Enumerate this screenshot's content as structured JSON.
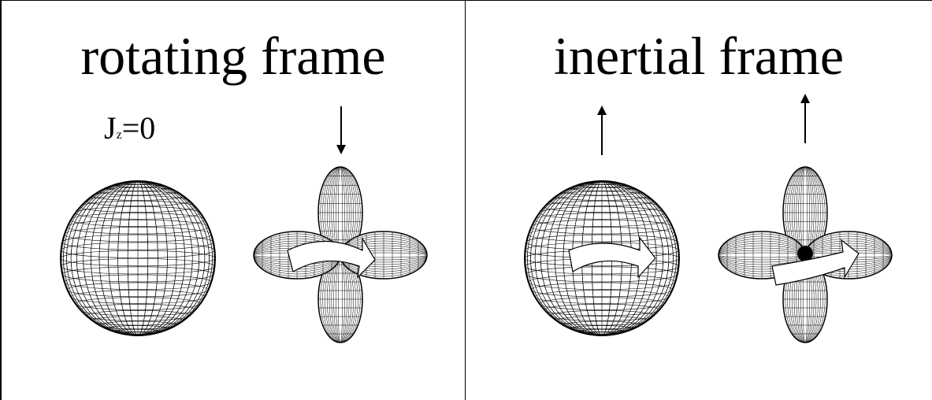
{
  "panels": {
    "left": {
      "title": "rotating frame",
      "j_label": {
        "symbol": "J",
        "subscript": "z",
        "rest": "=0"
      }
    },
    "right": {
      "title": "inertial frame"
    }
  },
  "arrows": {
    "rotating_frame_lobes": "down",
    "inertial_frame_sphere": "up",
    "inertial_frame_lobes": "up"
  },
  "colors": {
    "ink": "#000000",
    "background": "#ffffff",
    "curved_arrow_fill": "#ffffff"
  },
  "icons": [
    "sphere-grid-icon",
    "four-lobe-grid-icon",
    "curved-rotation-arrow-icon",
    "vertical-arrow-icon"
  ]
}
